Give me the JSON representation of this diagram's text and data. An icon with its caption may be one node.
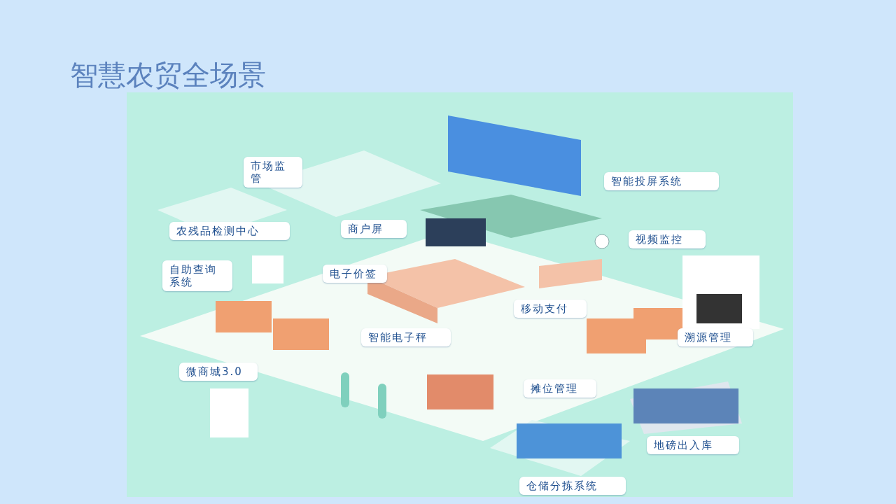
{
  "diagram": {
    "title": "智慧农贸全场景",
    "nodes": [
      {
        "text": [
          "市场监管"
        ]
      },
      {
        "text": [
          "农残品检测中心"
        ]
      },
      {
        "text": [
          "商户屏"
        ]
      },
      {
        "text": [
          "智能投屏系统"
        ]
      },
      {
        "text": [
          "视频监控"
        ]
      },
      {
        "text": [
          "自助查询系统"
        ]
      },
      {
        "text": [
          "电子价签"
        ]
      },
      {
        "text": [
          "移动支付"
        ]
      },
      {
        "text": [
          "智能电子秤"
        ]
      },
      {
        "text": [
          "溯源管理"
        ]
      },
      {
        "text": [
          "微商城3.0"
        ]
      },
      {
        "text": [
          "摊位管理"
        ]
      },
      {
        "text": [
          "地磅出入库"
        ]
      },
      {
        "text": [
          "仓储分拣系统"
        ]
      }
    ]
  }
}
